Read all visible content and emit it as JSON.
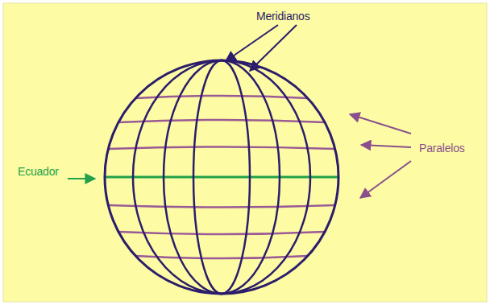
{
  "diagram": {
    "labels": [
      "Meridianos",
      "Paralelos",
      "Ecuador"
    ]
  }
}
